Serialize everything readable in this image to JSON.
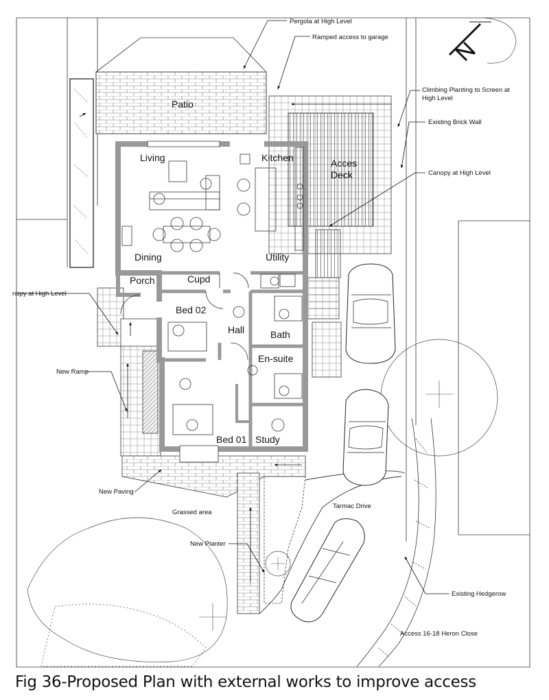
{
  "rooms": {
    "patio": "Patio",
    "living": "Living",
    "kitchen": "Kitchen",
    "deck_line1": "Acces",
    "deck_line2": "Deck",
    "dining": "Dining",
    "utility": "Utility",
    "porch": "Porch",
    "cupd": "Cupd",
    "bed02": "Bed 02",
    "hall": "Hall",
    "bath": "Bath",
    "ensuite": "En-suite",
    "bed01": "Bed 01",
    "study": "Study"
  },
  "annotations": {
    "pergola": "Pergola at High Level",
    "ramped_access": "Ramped access to garage",
    "climbing_line1": "Climbing Planting to Screen at",
    "climbing_line2": "High Level",
    "brick_wall": "Existing Brick Wall",
    "canopy_right": "Canopy at High Level",
    "canopy_left": "nopy at High Level",
    "new_ramp": "New Ramp",
    "new_paving": "New Paving",
    "grassed": "Grassed area",
    "new_planter": "New Planter",
    "tarmac": "Tarmac Drive",
    "hedgerow": "Existing Hedgerow",
    "access": "Access 16-18 Heron Close"
  },
  "north_label": "N",
  "caption": "Fig 36-Proposed Plan with external works to improve access",
  "colors": {
    "wall": "#999999",
    "line": "#222222",
    "paving": "#dcdcdc"
  }
}
